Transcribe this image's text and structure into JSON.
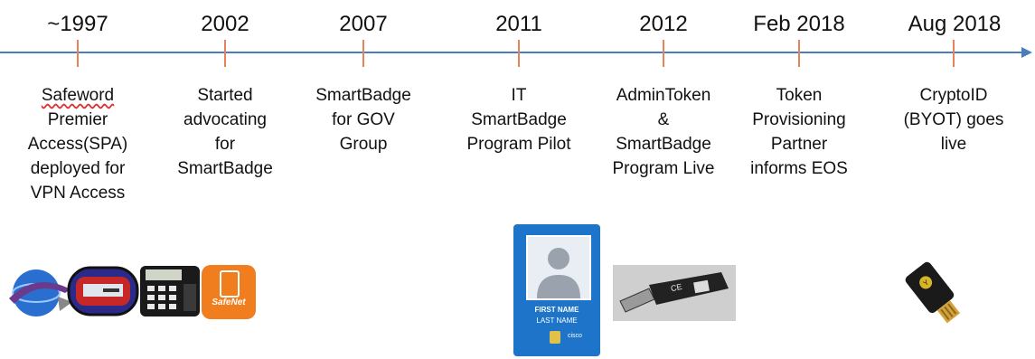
{
  "timeline": [
    {
      "year": "~1997",
      "lines": [
        "Safeword",
        "Premier",
        "Access(SPA)",
        "deployed for",
        "VPN Access"
      ]
    },
    {
      "year": "2002",
      "lines": [
        "Started",
        "advocating",
        "for",
        "SmartBadge"
      ]
    },
    {
      "year": "2007",
      "lines": [
        "SmartBadge",
        "for GOV",
        "Group"
      ]
    },
    {
      "year": "2011",
      "lines": [
        "IT",
        "SmartBadge",
        "Program Pilot"
      ]
    },
    {
      "year": "2012",
      "lines": [
        "AdminToken",
        "&",
        "SmartBadge",
        "Program Live"
      ]
    },
    {
      "year": "Feb 2018",
      "lines": [
        "Token",
        "Provisioning",
        "Partner",
        "informs EOS"
      ]
    },
    {
      "year": "Aug 2018",
      "lines": [
        "CryptoID",
        "(BYOT) goes",
        "live"
      ]
    }
  ],
  "images": {
    "safenet_label": "SafeNet",
    "badge_first_name": "FIRST NAME",
    "badge_last_name": "LAST NAME",
    "badge_brand": "cisco",
    "usb_marking": "CE"
  },
  "colors": {
    "axis": "#4a7ebb",
    "tick": "#e8825a",
    "badge": "#1d74c9"
  }
}
